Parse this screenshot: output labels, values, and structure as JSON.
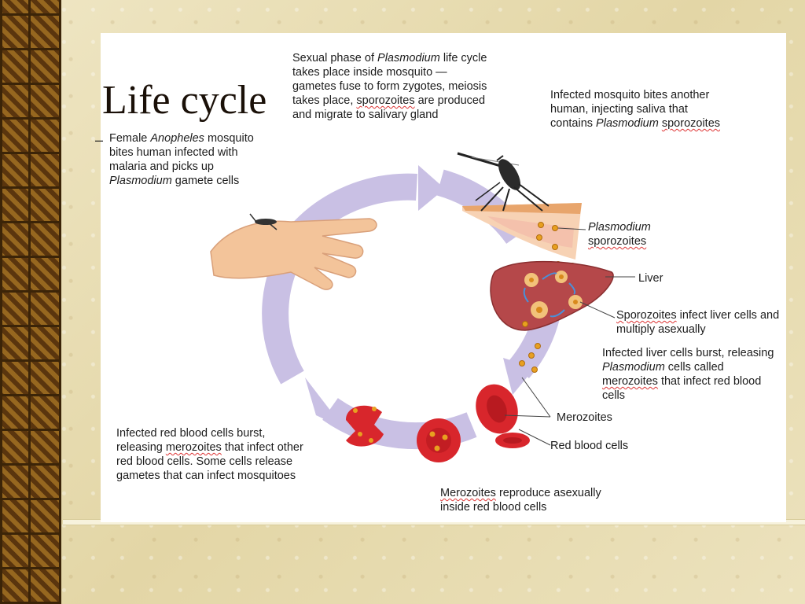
{
  "slide": {
    "title": "Life cycle",
    "bullet": "–"
  },
  "captions": {
    "sexual_phase": {
      "p1": "Sexual phase of ",
      "p1_italic": "Plasmodium",
      "p2": " life cycle takes place inside mosquito — gametes fuse to form zygotes, meiosis takes place, ",
      "p2_wavy": "sporozoites",
      "p3": " are produced and migrate to salivary gland"
    },
    "female_mosquito": {
      "p1": "Female ",
      "p1_italic": "Anopheles",
      "p2": " mosquito bites human infected with malaria and picks up ",
      "p2_italic": "Plasmodium",
      "p3": " gamete cells"
    },
    "infected_mosquito": {
      "p1": "Infected mosquito bites another human, injecting saliva that contains ",
      "p1_italic": "Plasmodium",
      "p2_wavy": "sporozoites"
    },
    "plasmodium_sporozoites": {
      "italic": "Plasmodium",
      "wavy": "sporozoites"
    },
    "liver": "Liver",
    "sporozoites_infect": {
      "wavy": "Sporozoites",
      "p1": " infect liver cells and multiply asexually"
    },
    "liver_burst": {
      "p1": "Infected liver cells burst, releasing ",
      "p1_italic": "Plasmodium",
      "p2": " cells called ",
      "p2_wavy": "merozoites",
      "p3": " that infect red blood cells"
    },
    "merozoites": "Merozoites",
    "red_blood_cells": "Red blood cells",
    "reproduce": {
      "wavy": "Merozoites",
      "p1": " reproduce asexually inside red blood cells"
    },
    "rbc_burst": {
      "p1": "Infected red blood cells burst, releasing ",
      "p1_wavy": "merozoites",
      "p2": " that infect other red blood cells.  Some cells release gametes that can infect mosquitoes"
    }
  },
  "colors": {
    "cycle_arrow": "#c9c0e4",
    "blood_cell": "#d8262c",
    "liver": "#b5484a",
    "parasite": "#e8a020",
    "skin": "#f3c49a"
  }
}
